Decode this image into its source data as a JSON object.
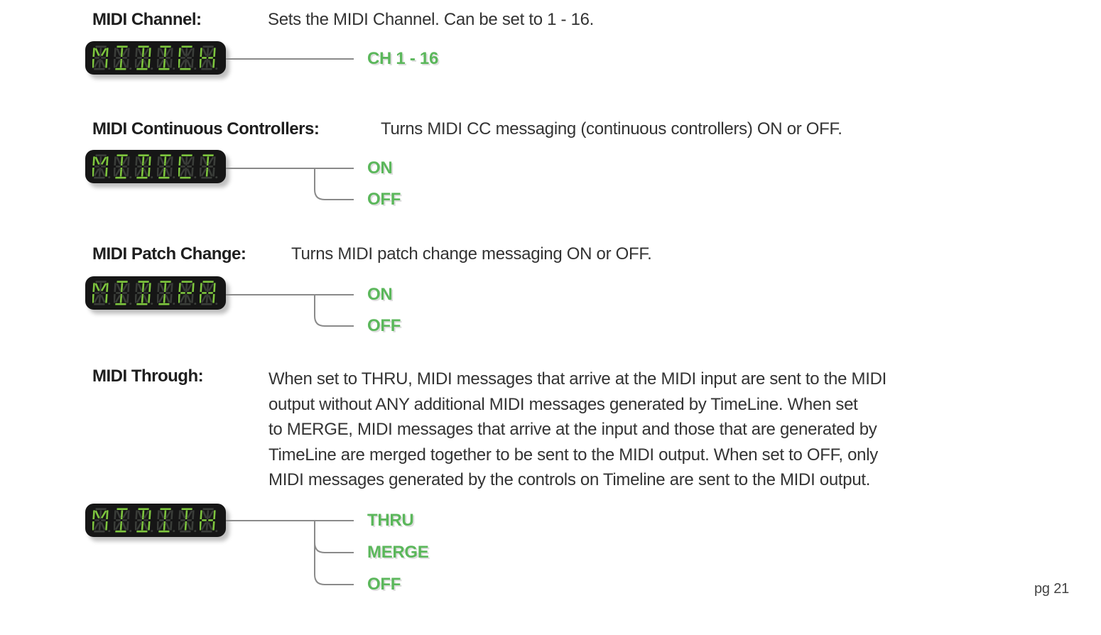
{
  "page": {
    "page_number": "pg 21"
  },
  "colors": {
    "option_green": "#5bb75b",
    "led_lit": "#7ec63e",
    "led_dim": "#3a3d39",
    "led_bg": "#161616",
    "connector_gray": "#8a8a8a",
    "heading_text": "#1e1e1e",
    "body_text": "#333333"
  },
  "sections": [
    {
      "id": "midi-channel",
      "heading": "MIDI Channel:",
      "description": "Sets the MIDI Channel. Can be set to 1 - 16.",
      "display_text": "MIDICH",
      "options": [
        "CH 1 - 16"
      ]
    },
    {
      "id": "midi-continuous-controllers",
      "heading": "MIDI Continuous Controllers:",
      "description": "Turns MIDI CC messaging (continuous controllers) ON or OFF.",
      "display_text": "MIDICT",
      "options": [
        "ON",
        "OFF"
      ]
    },
    {
      "id": "midi-patch-change",
      "heading": "MIDI Patch Change:",
      "description": "Turns MIDI patch change messaging ON or OFF.",
      "display_text": "MIDIPA",
      "options": [
        "ON",
        "OFF"
      ]
    },
    {
      "id": "midi-through",
      "heading": "MIDI Through:",
      "description_lines": [
        "When set to THRU, MIDI messages that arrive at the MIDI input are sent to the MIDI",
        "output without ANY additional MIDI messages generated by TimeLine. When set",
        "to MERGE, MIDI messages that arrive at the input and those that are generated by",
        "TimeLine are merged together to be sent to the MIDI output. When set to OFF, only",
        "MIDI messages generated by the controls on Timeline are sent to the MIDI output."
      ],
      "display_text": "MIDITH",
      "options": [
        "THRU",
        "MERGE",
        "OFF"
      ]
    }
  ]
}
